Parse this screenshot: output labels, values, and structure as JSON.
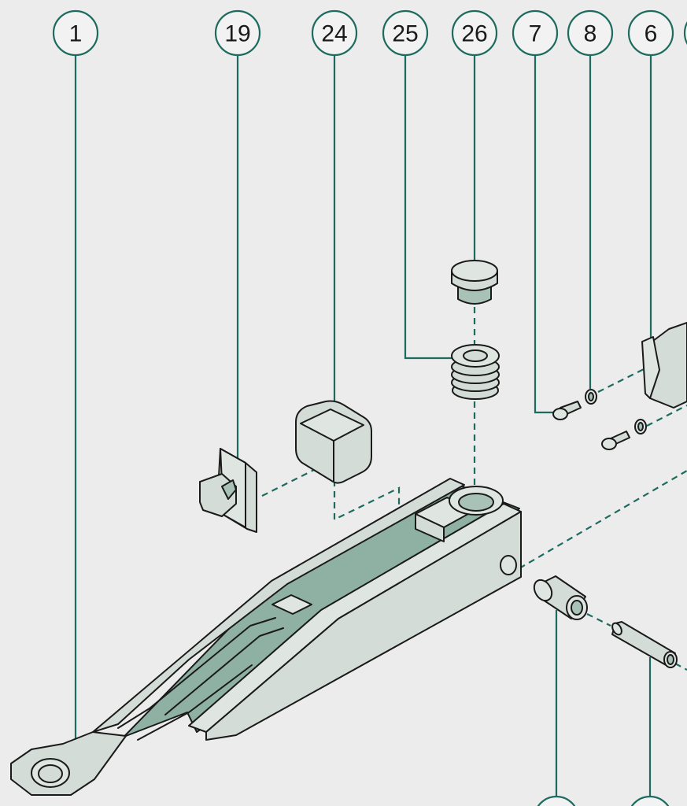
{
  "callouts": [
    {
      "id": "c1",
      "label": "1"
    },
    {
      "id": "c19",
      "label": "19"
    },
    {
      "id": "c24",
      "label": "24"
    },
    {
      "id": "c25",
      "label": "25"
    },
    {
      "id": "c26",
      "label": "26"
    },
    {
      "id": "c7",
      "label": "7"
    },
    {
      "id": "c8",
      "label": "8"
    },
    {
      "id": "c6",
      "label": "6"
    }
  ],
  "colors": {
    "background": "#ececec",
    "leader": "#1d6b5e",
    "part_fill": "#d4dcd7",
    "part_shadow": "#a9c2b7",
    "outline": "#1a1a1a"
  }
}
